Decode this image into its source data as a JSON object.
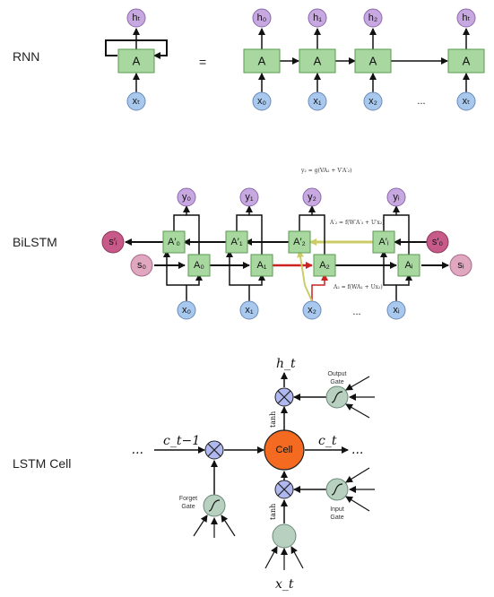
{
  "labels": {
    "rnn": "RNN",
    "bilstm": "BiLSTM",
    "lstm_cell": "LSTM Cell"
  },
  "rnn": {
    "cell": "A",
    "h_t": "hₜ",
    "x_t": "xₜ",
    "equals": "=",
    "h0": "h₀",
    "h1": "h₁",
    "h2": "h₂",
    "ht": "hₜ",
    "x0": "x₀",
    "x1": "x₁",
    "x2": "x₂",
    "xt": "xₜ",
    "ellipsis": "..."
  },
  "bilstm": {
    "formula_top": "y₂ = g(VA₂ + V′A′₂)",
    "formula_back": "A′₂ = f(W′A′₃ + U′x₂)",
    "formula_fwd": "A₂ = f(WA₁ + Ux₂)",
    "y0": "y₀",
    "y1": "y₁",
    "y2": "y₂",
    "yi": "yᵢ",
    "x0": "x₀",
    "x1": "x₁",
    "x2": "x₂",
    "xi": "xᵢ",
    "fwd0": "A₀",
    "fwd1": "A₁",
    "fwd2": "A₂",
    "fwdi": "Aᵢ",
    "bwd0": "A′₀",
    "bwd1": "A′₁",
    "bwd2": "A′₂",
    "bwdi": "A′ᵢ",
    "s_prime_i": "s′ᵢ",
    "s_prime_0": "s′₀",
    "s0": "s₀",
    "si": "sᵢ",
    "ellipsis": "..."
  },
  "lstm": {
    "h_t": "h_t",
    "x_t": "x_t",
    "c_prev": "c_t−1",
    "c_t": "c_t",
    "cell": "Cell",
    "output_gate_1": "Output",
    "output_gate_2": "Gate",
    "forget_gate_1": "Forget",
    "forget_gate_2": "Gate",
    "input_gate_1": "Input",
    "input_gate_2": "Gate",
    "tanh_top": "tanh",
    "tanh_bottom": "tanh",
    "dots_left": "...",
    "dots_right": "..."
  },
  "colors": {
    "box_fill": "#a8d8a0",
    "box_stroke": "#5a9a50",
    "h_node": "#c8a8e0",
    "x_node": "#a8c8ee",
    "s_prime": "#c85a8a",
    "s_node": "#e0a8c0",
    "cell": "#f46a20",
    "gate": "#b8d0c0",
    "mult": "#b0b8f0",
    "highlight_red": "#cc2222",
    "highlight_yellow": "#cccc66"
  }
}
